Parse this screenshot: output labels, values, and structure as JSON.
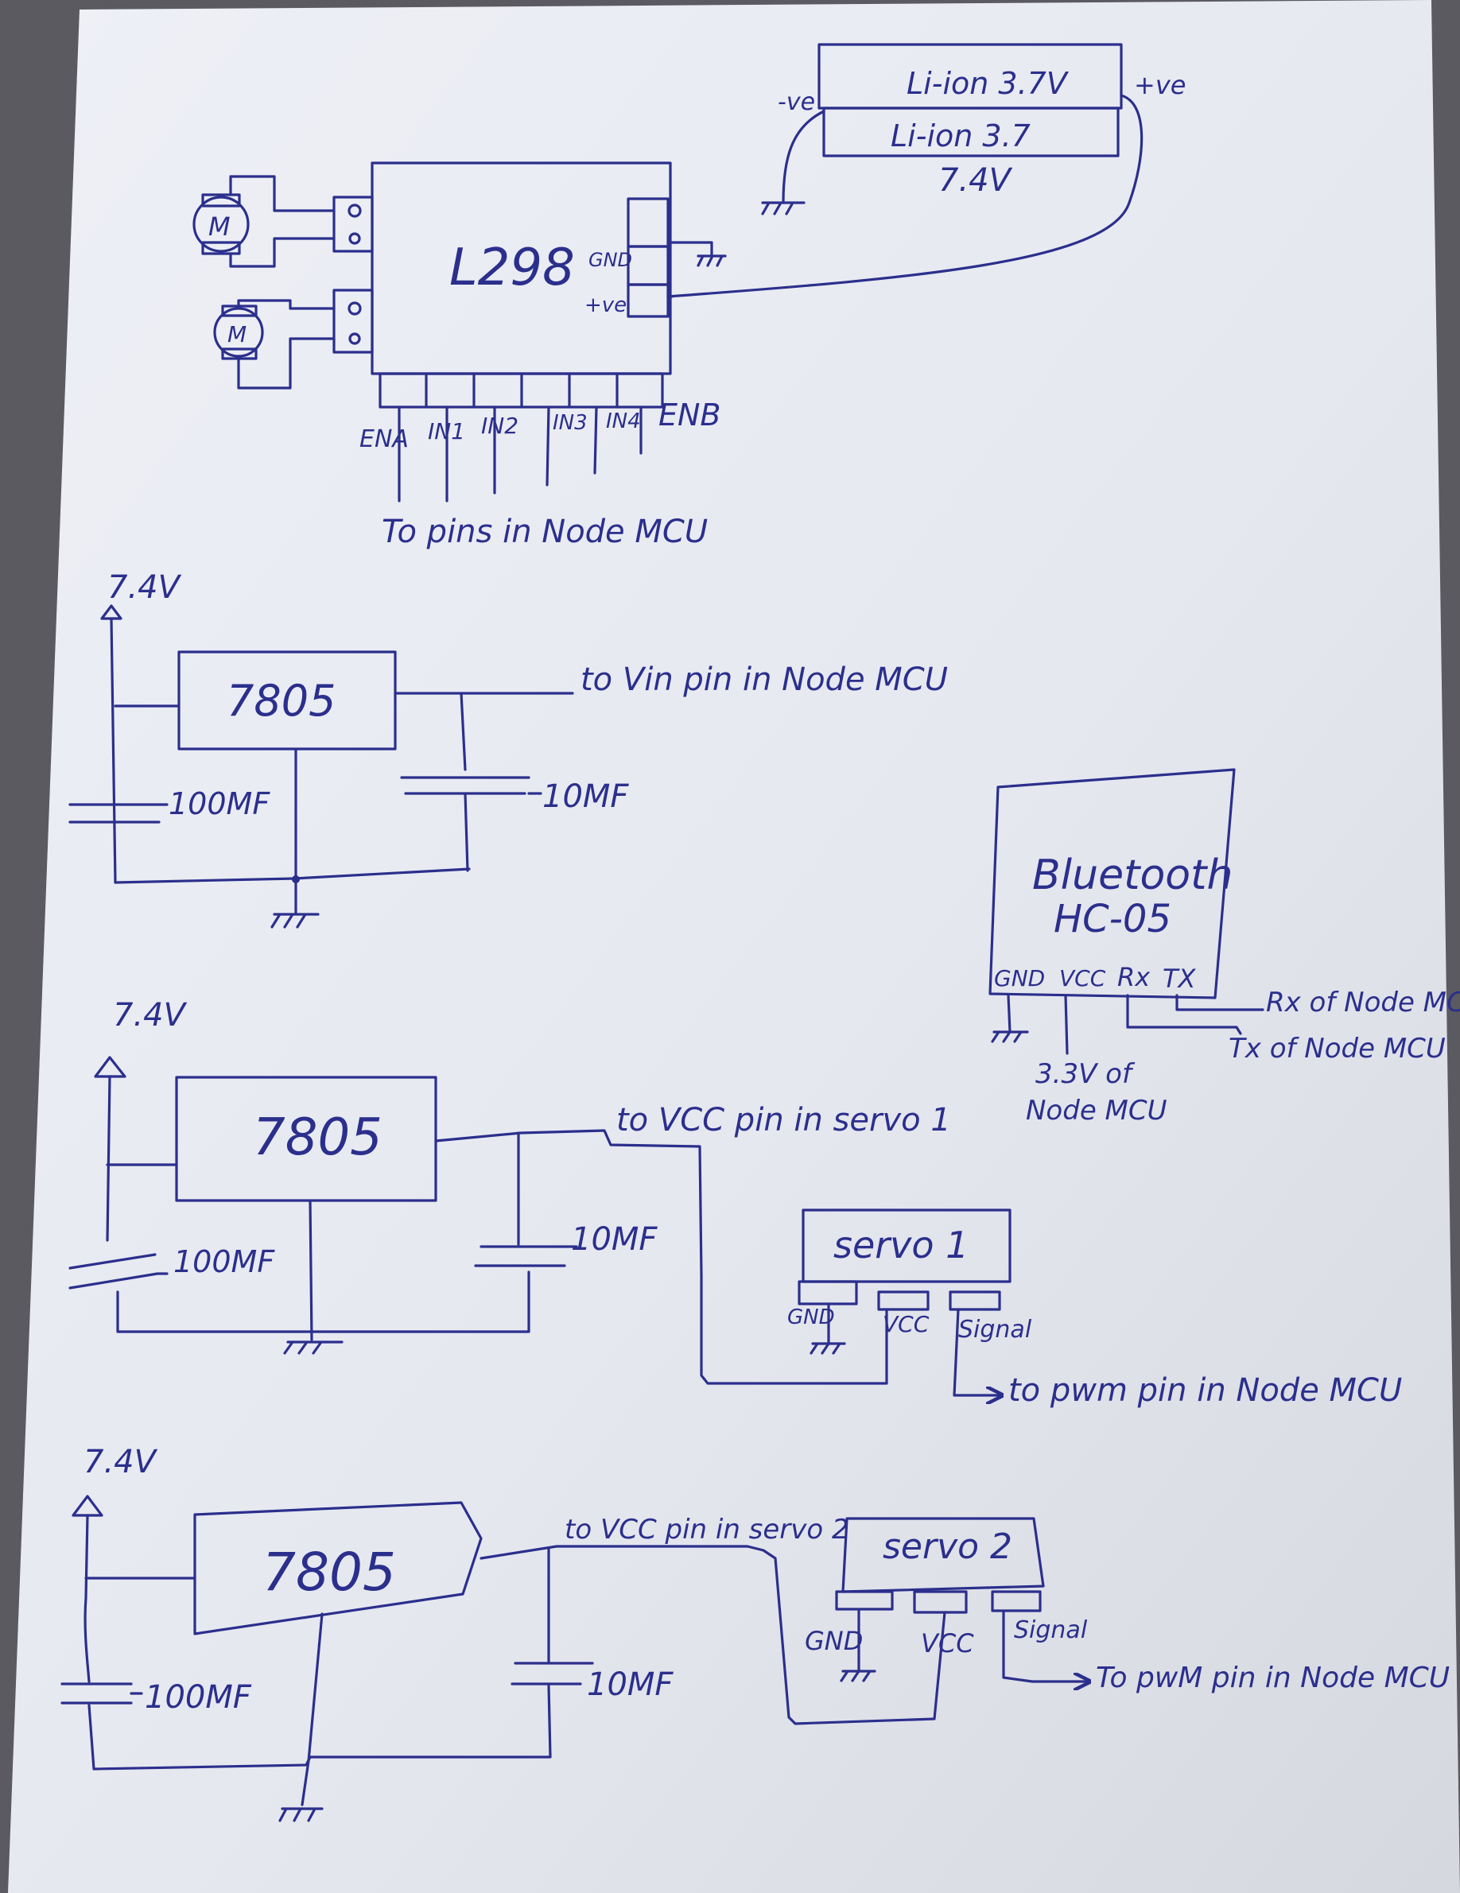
{
  "battery": {
    "cell1": "Li-ion 3.7V",
    "cell2": "Li-ion 3.7",
    "total": "7.4V",
    "neg": "-ve",
    "pos": "+ve"
  },
  "driver": {
    "name": "L298",
    "gnd": "GND",
    "pos": "+ve",
    "pins": [
      "ENA",
      "IN1",
      "IN2",
      "IN3",
      "IN4",
      "ENB"
    ],
    "note": "To pins in Node MCU",
    "motor": "M"
  },
  "reg1": {
    "input": "7.4V",
    "name": "7805",
    "out_note": "to Vin pin in Node MCU",
    "cap_in": "100MF",
    "cap_out": "10MF"
  },
  "reg2": {
    "input": "7.4V",
    "name": "7805",
    "out_note": "to VCC pin in servo 1",
    "cap_in": "100MF",
    "cap_out": "10MF"
  },
  "servo1": {
    "name": "servo 1",
    "gnd": "GND",
    "vcc": "VCC",
    "signal": "Signal",
    "note": "to pwm pin in Node MCU"
  },
  "bluetooth": {
    "name1": "Bluetooth",
    "name2": "HC-05",
    "pins": [
      "GND",
      "VCC",
      "Rx",
      "TX"
    ],
    "rx_note": "Rx of Node MCU",
    "tx_note": "Tx of Node MCU",
    "vcc_note1": "3.3V of",
    "vcc_note2": "Node MCU"
  },
  "reg3": {
    "input": "7.4V",
    "name": "7805",
    "out_note": "to VCC pin in servo 2",
    "cap_in": "100MF",
    "cap_out": "10MF"
  },
  "servo2": {
    "name": "servo 2",
    "gnd": "GND",
    "vcc": "VCC",
    "signal": "Signal",
    "note": "To pwM pin in Node MCU"
  }
}
